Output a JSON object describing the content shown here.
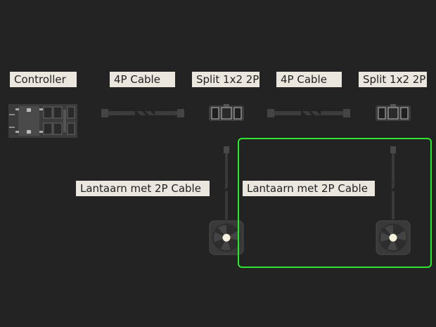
{
  "labels": {
    "controller": "Controller",
    "cable1": "4P Cable",
    "split1": "Split 1x2 2P",
    "cable2": "4P Cable",
    "split2": "Split 1x2 2P",
    "lantern1": "Lantaarn met 2P Cable",
    "lantern2": "Lantaarn met 2P Cable"
  },
  "colors": {
    "background": "#232323",
    "label_bg": "#ebe6de",
    "selection": "#2ee62e",
    "part_dark": "#3a3a3a",
    "lamp_light": "#f6f2dc"
  },
  "icons": {
    "controller": "controller-board-icon",
    "cable": "cable-icon",
    "split": "splitter-icon",
    "lantern": "lantern-fan-icon"
  },
  "selection": {
    "target": "lantern2"
  }
}
